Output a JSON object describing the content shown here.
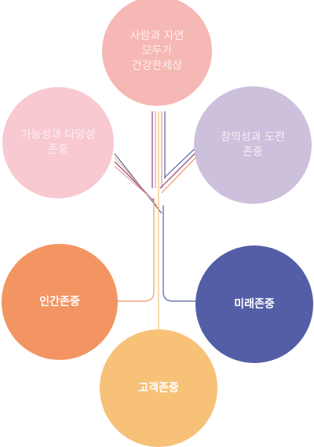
{
  "values": {
    "top": "사람과 자연\n모두가\n건강한세상",
    "left": "가능성과 다양성\n존중",
    "right": "창의성과 도전\n존중",
    "human": "인간존중",
    "future": "미래존중",
    "customer": "고객존중"
  },
  "colors": {
    "top": "#f6b8b4",
    "left": "#f8c9d1",
    "right": "#cdc0dc",
    "human": "#f39562",
    "future": "#545ea6",
    "customer": "#f7c178"
  }
}
